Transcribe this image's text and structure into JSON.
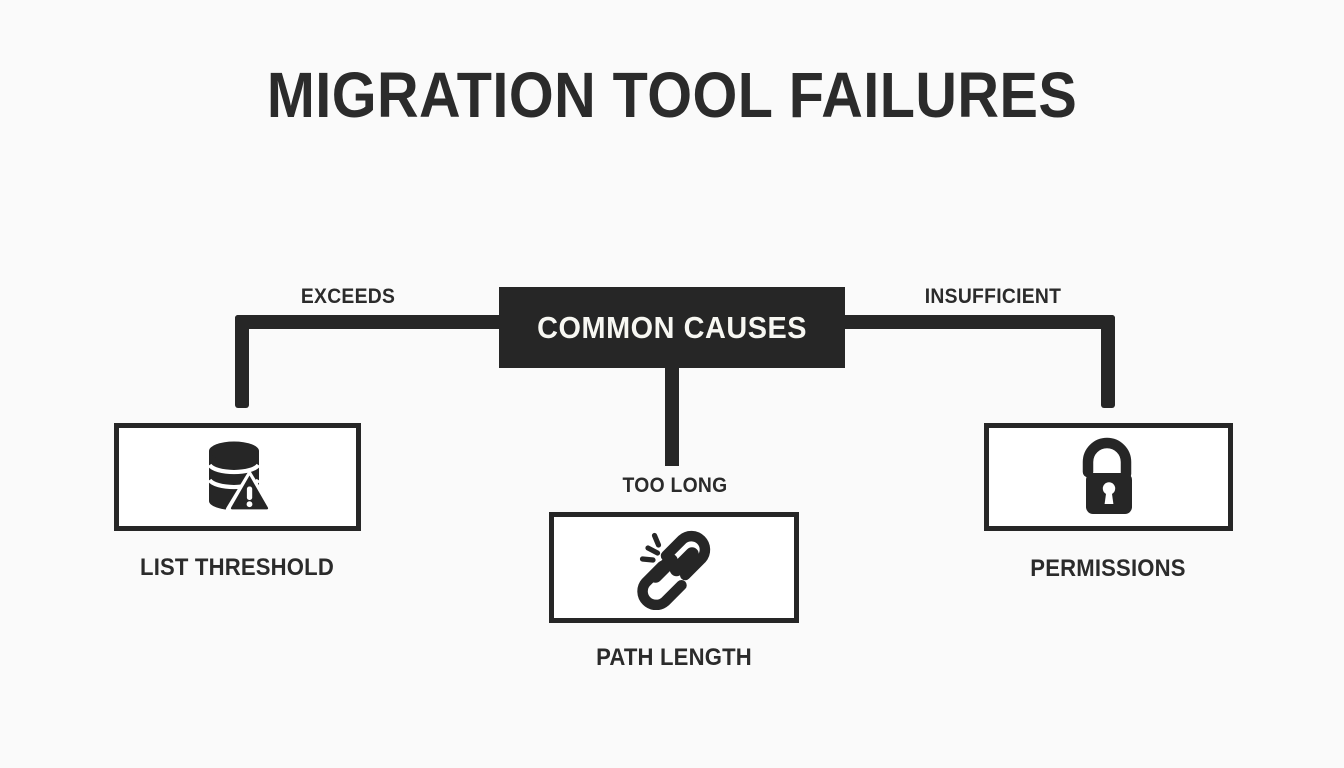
{
  "page": {
    "title": "MIGRATION TOOL FAILURES",
    "background_color": "#fafafa",
    "ink_color": "#262626",
    "hub_text_color": "#f7f7f2"
  },
  "hub": {
    "label": "COMMON CAUSES"
  },
  "branches": [
    {
      "id": "list-threshold",
      "edge_label": "EXCEEDS",
      "caption": "LIST THRESHOLD",
      "icon": "database-warning-icon"
    },
    {
      "id": "path-length",
      "edge_label": "TOO LONG",
      "caption": "PATH LENGTH",
      "icon": "broken-chain-link-icon"
    },
    {
      "id": "permissions",
      "edge_label": "INSUFFICIENT",
      "caption": "PERMISSIONS",
      "icon": "open-padlock-icon"
    }
  ]
}
